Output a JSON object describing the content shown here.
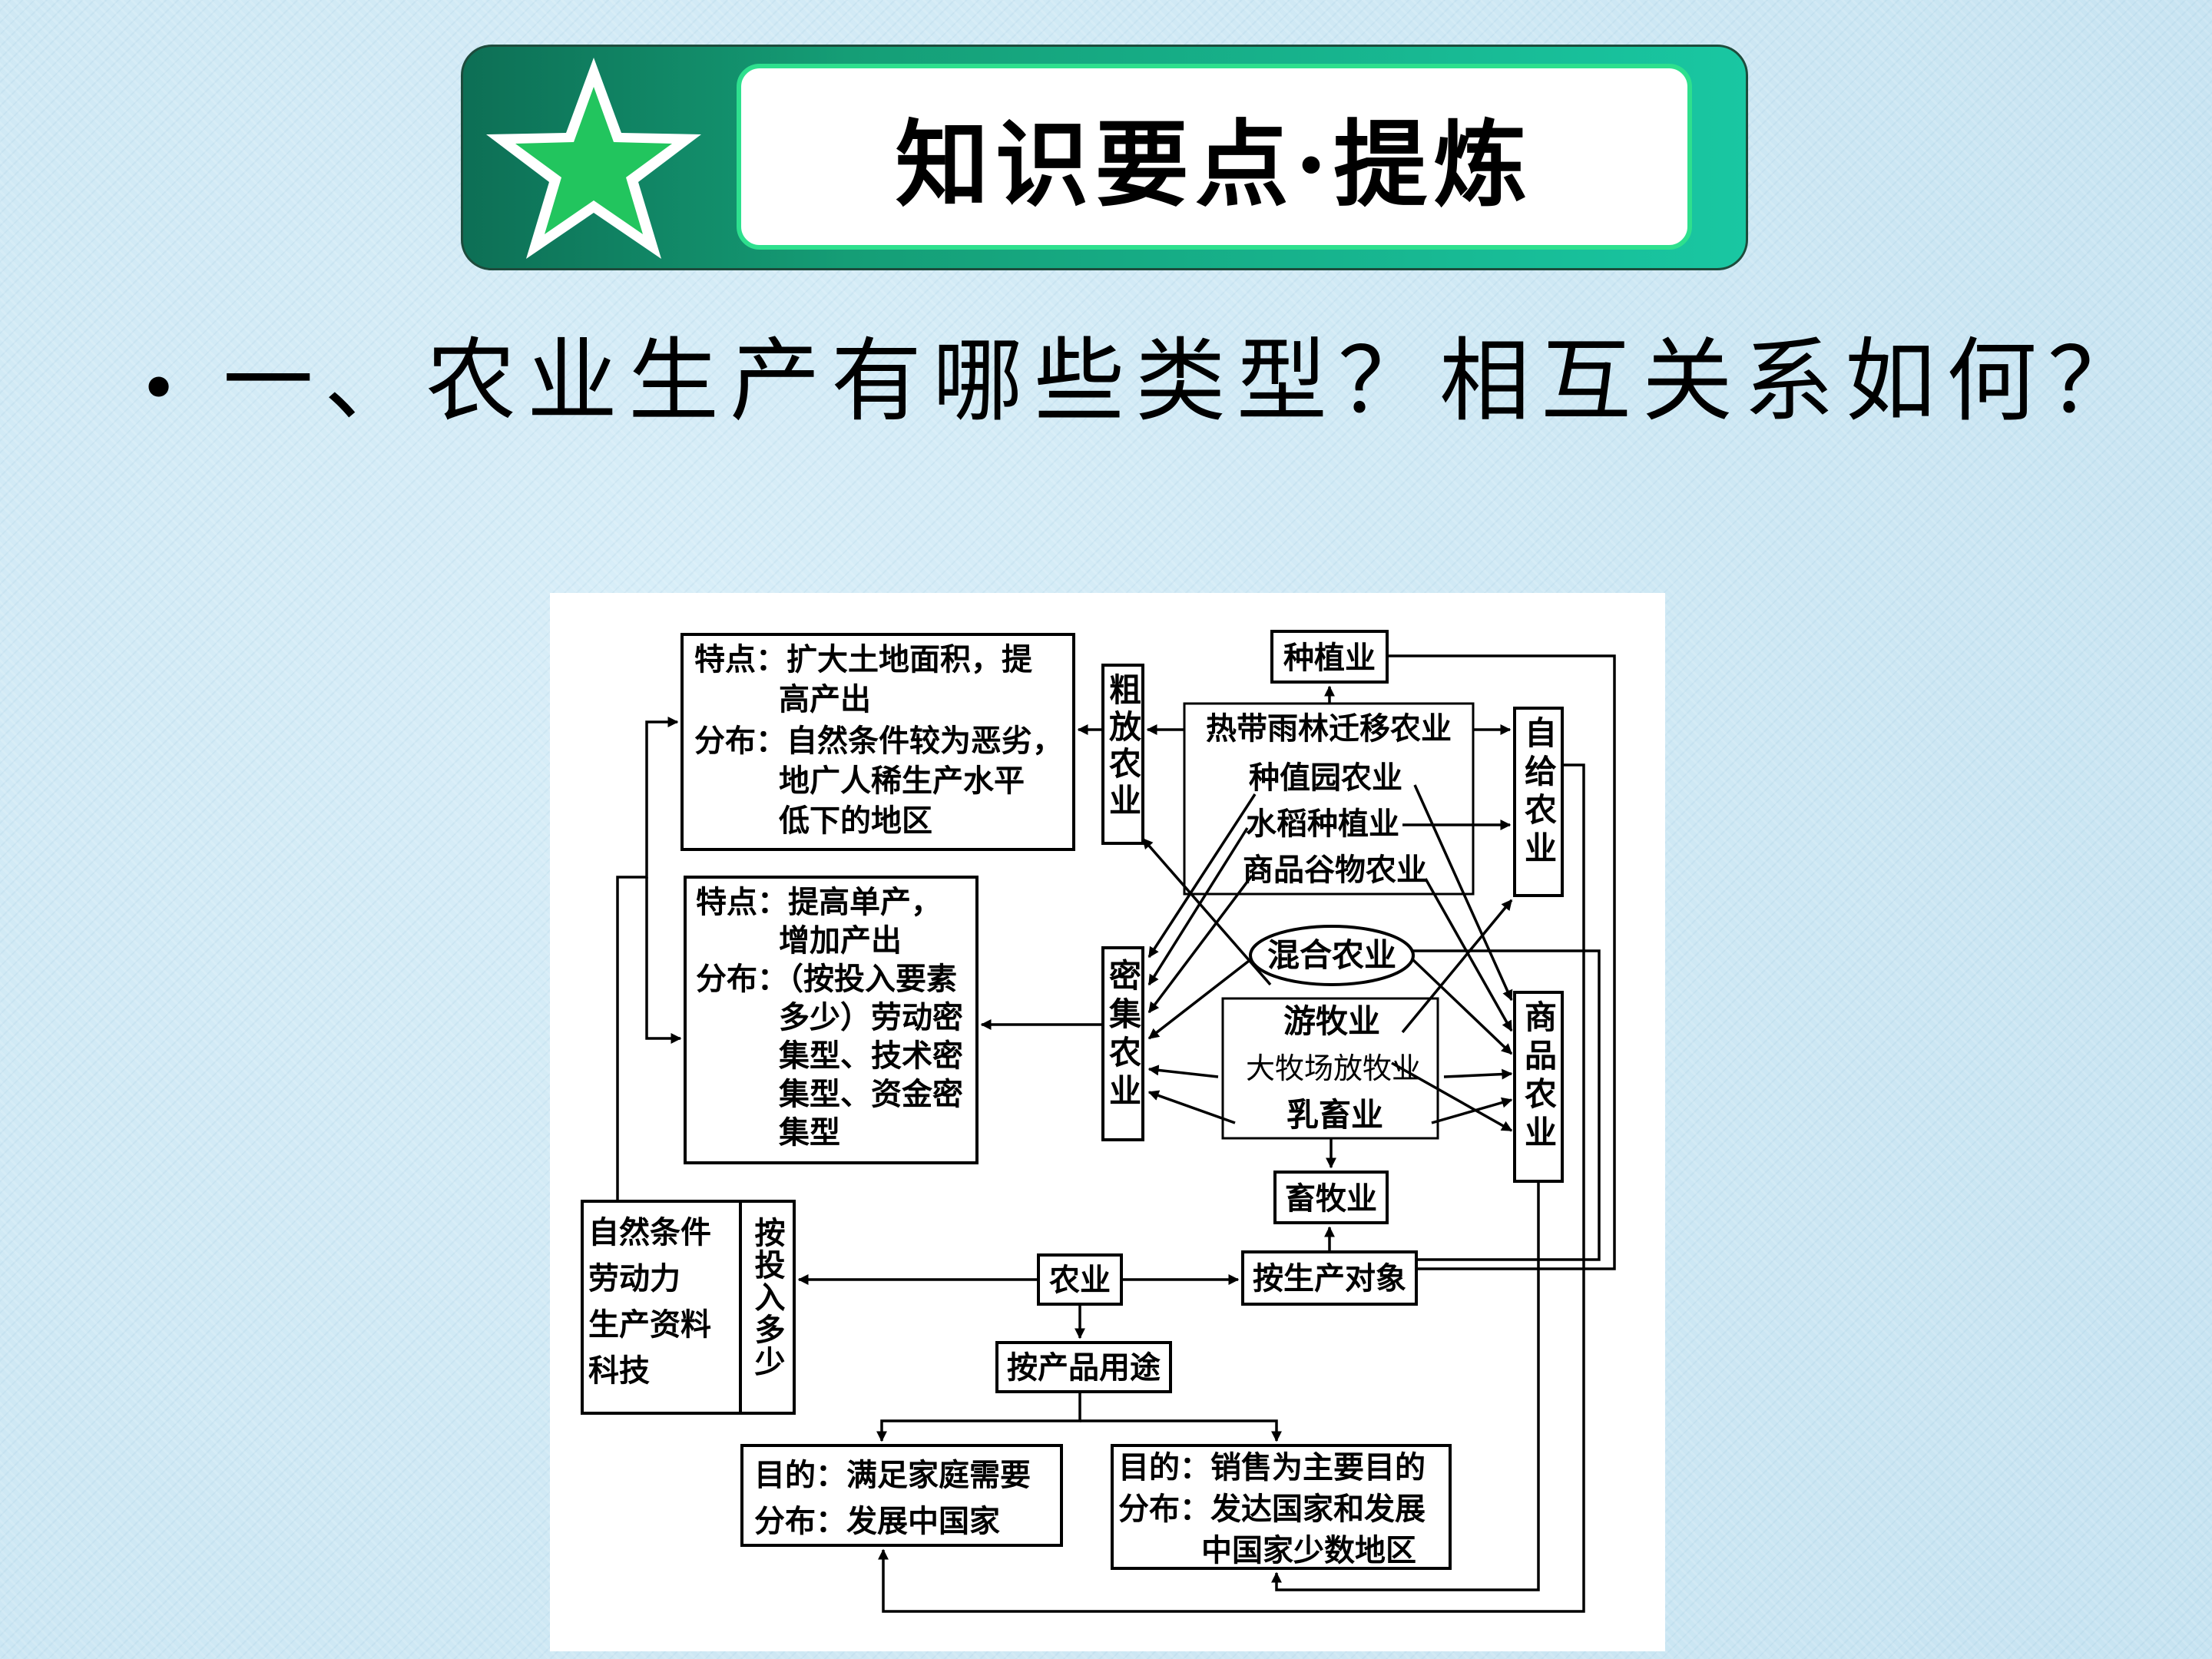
{
  "banner": {
    "title": "知识要点·提炼",
    "icon": "star-icon",
    "colors": {
      "band": "#159e76",
      "accent": "#2ee08e",
      "star": "#22c55e"
    }
  },
  "question": {
    "bullet": "•",
    "text": "一、农业生产有哪些类型？相互关系如何？"
  },
  "diagram": {
    "box_cufang": [
      "特点：扩大土地面积，提",
      "高产出",
      "分布：自然条件较为恶劣，",
      "地广人稀生产水平",
      "低下的地区"
    ],
    "box_miji": [
      "特点：提高单产，",
      "增加产出",
      "分布：（按投入要素",
      "多少）劳动密",
      "集型、技术密",
      "集型、资金密",
      "集型"
    ],
    "label_cufang": "粗放农业",
    "label_miji": "密集农业",
    "label_zigei": "自给农业",
    "label_shangpin": "商品农业",
    "zhongzhi": "种植业",
    "xumu": "畜牧业",
    "crops": [
      "热带雨林迁移农业",
      "种值园农业",
      "水稻种植业",
      "商品谷物农业"
    ],
    "mixed": "混合农业",
    "livestock": [
      "游牧业",
      "大牧场放牧业",
      "乳畜业"
    ],
    "factors": [
      "自然条件",
      "劳动力",
      "生产资料",
      "科技"
    ],
    "by_input": "按投入多少",
    "agriculture": "农业",
    "by_object": "按生产对象",
    "by_use": "按产品用途",
    "box_self": [
      "目的：满足家庭需要",
      "分布：发展中国家"
    ],
    "box_commercial": [
      "目的：销售为主要目的",
      "分布：发达国家和发展",
      "中国家少数地区"
    ]
  }
}
